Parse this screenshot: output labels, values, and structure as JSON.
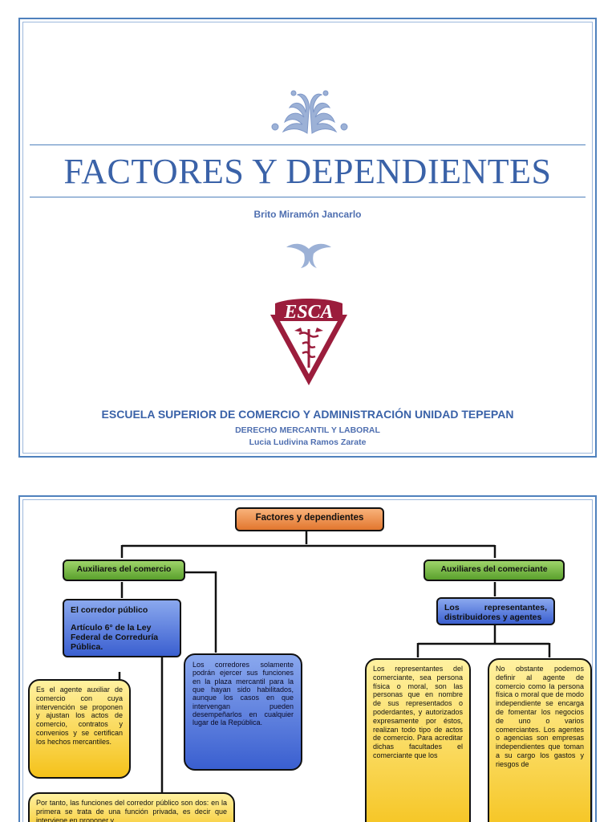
{
  "cover": {
    "title": "FACTORES Y DEPENDIENTES",
    "author": "Brito Miramón Jancarlo",
    "school": "ESCUELA SUPERIOR DE COMERCIO Y ADMINISTRACIÓN UNIDAD TEPEPAN",
    "subject": "DERECHO MERCANTIL Y LABORAL",
    "teacher": "Lucia Ludivina Ramos Zarate",
    "logo_text": "ESCA",
    "colors": {
      "border": "#4f81bd",
      "title": "#3a62a8",
      "logo": "#9b1d3c"
    }
  },
  "concept_map": {
    "root": "Factores y dependientes",
    "left_branch": {
      "label": "Auxiliares del comercio",
      "corredor_title": "El corredor público",
      "corredor_article": "Artículo 6° de la Ley Federal de Correduría Pública.",
      "definicion": "Es el agente auxiliar de comercio con cuya intervención se proponen y ajustan los actos de comercio, contratos y convenios y se certifican los hechos mercantiles.",
      "funciones": "Por tanto, las funciones del corredor público son dos: en la primera se trata de una función privada, es decir que interviene en proponer y",
      "limites": "Los corredores solamente podrán ejercer sus funciones en la plaza mercantil para la que hayan sido habilitados, aunque los casos en que intervengan pueden desempeñarlos en cualquier lugar de la República."
    },
    "right_branch": {
      "label": "Auxiliares del comerciante",
      "representantes": "Los representantes, distribuidores y agentes",
      "representantes_def": "Los representantes del comerciante, sea persona física o moral, son las personas que en nombre de sus representados o poderdantes, y autorizados expresamente por éstos, realizan todo tipo de actos de comercio. Para acreditar dichas facultades el comerciante que los",
      "agente_def": "No obstante podemos definir al agente de comercio como la persona física o moral que de modo independiente se encarga de fomentar los negocios de uno o varios comerciantes. Los agentes o agencias son empresas independientes que toman a su cargo los gastos y riesgos de"
    },
    "colors": {
      "root": "#e2762e",
      "branch": "#5aa02c",
      "blue": "#3a5fd0",
      "yellow": "#f5c21a"
    }
  }
}
